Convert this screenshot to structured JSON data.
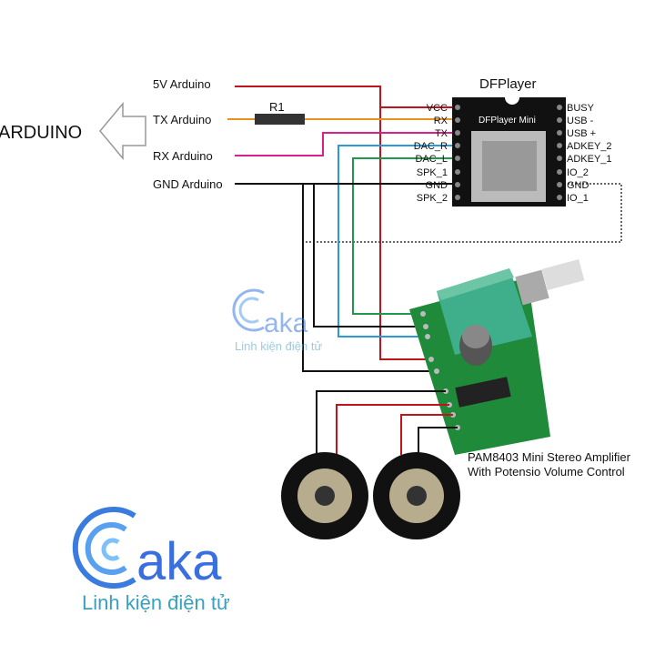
{
  "arduino": {
    "label": "ARDUINO",
    "pins": [
      "5V Arduino",
      "TX Arduino",
      "RX Arduino",
      "GND Arduino"
    ]
  },
  "resistor": {
    "label": "R1"
  },
  "dfplayer": {
    "title": "DFPlayer",
    "chip_label": "DFPlayer Mini",
    "left_pins": [
      "VCC",
      "RX",
      "TX",
      "DAC_R",
      "DAC_L",
      "SPK_1",
      "GND",
      "SPK_2"
    ],
    "right_pins": [
      "BUSY",
      "USB -",
      "USB +",
      "ADKEY_2",
      "ADKEY_1",
      "IO_2",
      "GND",
      "IO_1"
    ]
  },
  "amplifier": {
    "caption_line1": "PAM8403 Mini Stereo Amplifier",
    "caption_line2": "With Potensio Volume Control"
  },
  "logo": {
    "brand": "aka",
    "tagline": "Linh kiện điện tử"
  },
  "colors": {
    "vcc": "#c0141c",
    "tx": "#e8921e",
    "rx": "#d81f8c",
    "dac_r": "#2a9ad8",
    "dac_l": "#1f9a4a",
    "gnd": "#111111",
    "board": "#1f8a3a",
    "pcb_dark": "#111111",
    "logo": "#3a7be0"
  }
}
